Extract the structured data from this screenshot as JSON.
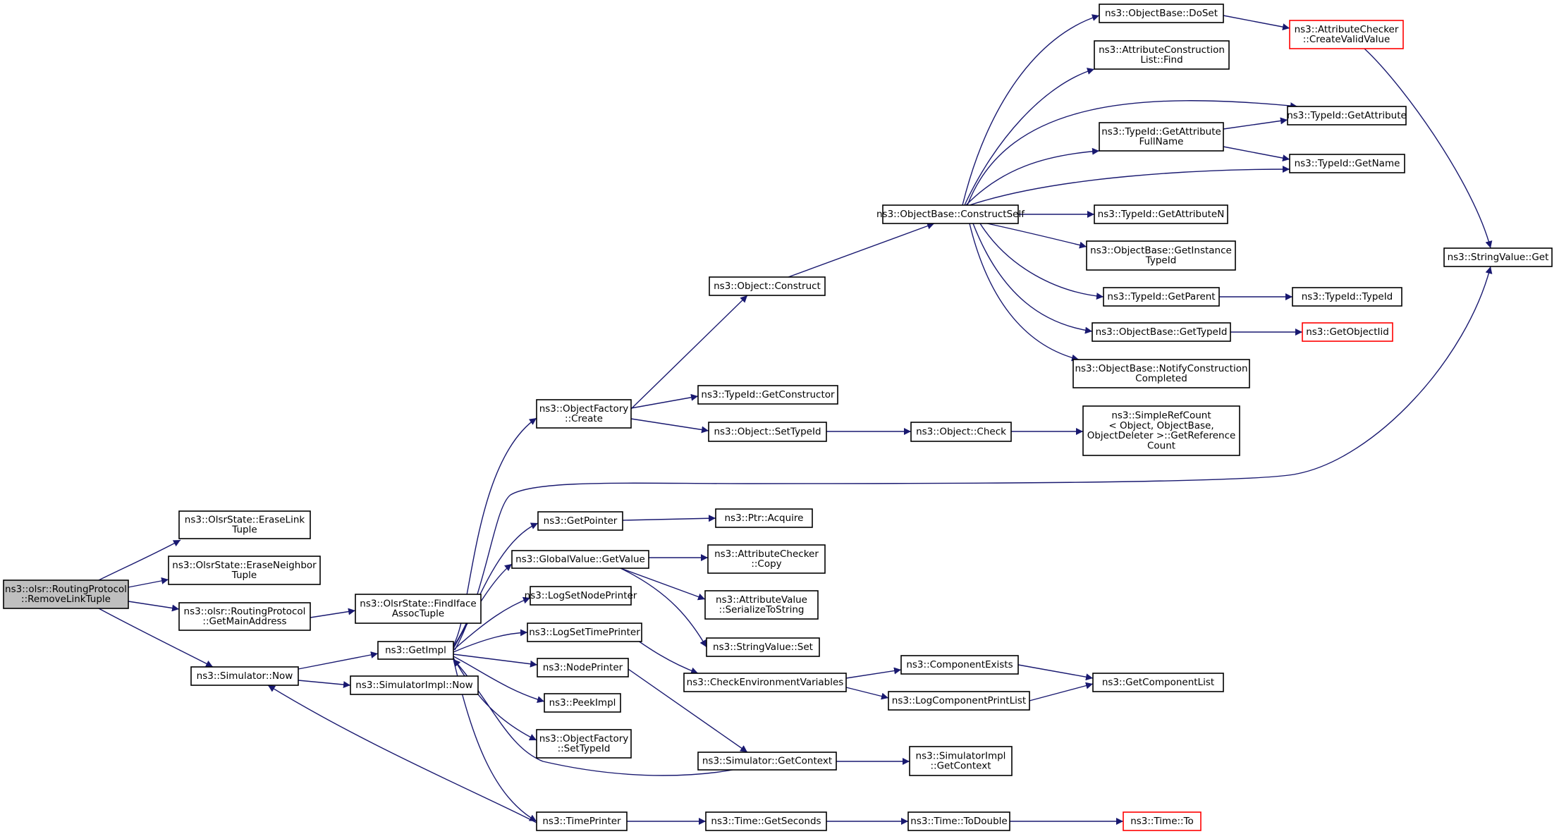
{
  "nodes": [
    {
      "id": "root",
      "lines": [
        "ns3::olsr::RoutingProtocol",
        "::RemoveLinkTuple"
      ],
      "style": "root"
    },
    {
      "id": "eraseLink",
      "lines": [
        "ns3::OlsrState::EraseLink",
        "Tuple"
      ]
    },
    {
      "id": "eraseNeighbor",
      "lines": [
        "ns3::OlsrState::EraseNeighbor",
        "Tuple"
      ]
    },
    {
      "id": "getMainAddress",
      "lines": [
        "ns3::olsr::RoutingProtocol",
        "::GetMainAddress"
      ]
    },
    {
      "id": "findIface",
      "lines": [
        "ns3::OlsrState::FindIface",
        "AssocTuple"
      ]
    },
    {
      "id": "simNow",
      "lines": [
        "ns3::Simulator::Now"
      ]
    },
    {
      "id": "simImplNow",
      "lines": [
        "ns3::SimulatorImpl::Now"
      ]
    },
    {
      "id": "getImpl",
      "lines": [
        "ns3::GetImpl"
      ]
    },
    {
      "id": "ofCreate",
      "lines": [
        "ns3::ObjectFactory",
        "::Create"
      ]
    },
    {
      "id": "getPointer",
      "lines": [
        "ns3::GetPointer"
      ]
    },
    {
      "id": "gvGetValue",
      "lines": [
        "ns3::GlobalValue::GetValue"
      ]
    },
    {
      "id": "logSetNode",
      "lines": [
        "ns3::LogSetNodePrinter"
      ]
    },
    {
      "id": "logSetTime",
      "lines": [
        "ns3::LogSetTimePrinter"
      ]
    },
    {
      "id": "nodePrinter",
      "lines": [
        "ns3::NodePrinter"
      ]
    },
    {
      "id": "peekImpl",
      "lines": [
        "ns3::PeekImpl"
      ]
    },
    {
      "id": "ofSetTypeId",
      "lines": [
        "ns3::ObjectFactory",
        "::SetTypeId"
      ]
    },
    {
      "id": "timePrinter",
      "lines": [
        "ns3::TimePrinter"
      ]
    },
    {
      "id": "objConstruct",
      "lines": [
        "ns3::Object::Construct"
      ]
    },
    {
      "id": "tidGetCtor",
      "lines": [
        "ns3::TypeId::GetConstructor"
      ]
    },
    {
      "id": "objSetTypeId",
      "lines": [
        "ns3::Object::SetTypeId"
      ]
    },
    {
      "id": "ptrAcquire",
      "lines": [
        "ns3::Ptr::Acquire"
      ]
    },
    {
      "id": "acCopy",
      "lines": [
        "ns3::AttributeChecker",
        "::Copy"
      ]
    },
    {
      "id": "avSerialize",
      "lines": [
        "ns3::AttributeValue",
        "::SerializeToString"
      ]
    },
    {
      "id": "svSet",
      "lines": [
        "ns3::StringValue::Set"
      ]
    },
    {
      "id": "checkEnv",
      "lines": [
        "ns3::CheckEnvironmentVariables"
      ]
    },
    {
      "id": "simGetContext",
      "lines": [
        "ns3::Simulator::GetContext"
      ]
    },
    {
      "id": "timeGetSeconds",
      "lines": [
        "ns3::Time::GetSeconds"
      ]
    },
    {
      "id": "obConstructSelf",
      "lines": [
        "ns3::ObjectBase::ConstructSelf"
      ]
    },
    {
      "id": "objCheck",
      "lines": [
        "ns3::Object::Check"
      ]
    },
    {
      "id": "componentExists",
      "lines": [
        "ns3::ComponentExists"
      ]
    },
    {
      "id": "logCompPrintList",
      "lines": [
        "ns3::LogComponentPrintList"
      ]
    },
    {
      "id": "simImplGetContext",
      "lines": [
        "ns3::SimulatorImpl",
        "::GetContext"
      ]
    },
    {
      "id": "timeToDouble",
      "lines": [
        "ns3::Time::ToDouble"
      ]
    },
    {
      "id": "obDoSet",
      "lines": [
        "ns3::ObjectBase::DoSet"
      ]
    },
    {
      "id": "aclFind",
      "lines": [
        "ns3::AttributeConstruction",
        "List::Find"
      ]
    },
    {
      "id": "tidGetAttrFull",
      "lines": [
        "ns3::TypeId::GetAttribute",
        "FullName"
      ]
    },
    {
      "id": "tidGetAttrN",
      "lines": [
        "ns3::TypeId::GetAttributeN"
      ]
    },
    {
      "id": "obGetInstance",
      "lines": [
        "ns3::ObjectBase::GetInstance",
        "TypeId"
      ]
    },
    {
      "id": "tidGetParent",
      "lines": [
        "ns3::TypeId::GetParent"
      ]
    },
    {
      "id": "obGetTypeId",
      "lines": [
        "ns3::ObjectBase::GetTypeId"
      ]
    },
    {
      "id": "obNotify",
      "lines": [
        "ns3::ObjectBase::NotifyConstruction",
        "Completed"
      ]
    },
    {
      "id": "srcGetRef",
      "lines": [
        "ns3::SimpleRefCount",
        "< Object, ObjectBase,",
        "ObjectDeleter >::GetReference",
        "Count"
      ]
    },
    {
      "id": "getComponentList",
      "lines": [
        "ns3::GetComponentList"
      ]
    },
    {
      "id": "timeTo",
      "lines": [
        "ns3::Time::To"
      ],
      "style": "red"
    },
    {
      "id": "acCreateValid",
      "lines": [
        "ns3::AttributeChecker",
        "::CreateValidValue"
      ],
      "style": "red"
    },
    {
      "id": "tidGetAttr",
      "lines": [
        "ns3::TypeId::GetAttribute"
      ]
    },
    {
      "id": "tidGetName",
      "lines": [
        "ns3::TypeId::GetName"
      ]
    },
    {
      "id": "tidTypeId",
      "lines": [
        "ns3::TypeId::TypeId"
      ]
    },
    {
      "id": "getObjectIid",
      "lines": [
        "ns3::GetObjectIid"
      ],
      "style": "red"
    },
    {
      "id": "svGet",
      "lines": [
        "ns3::StringValue::Get"
      ]
    }
  ]
}
